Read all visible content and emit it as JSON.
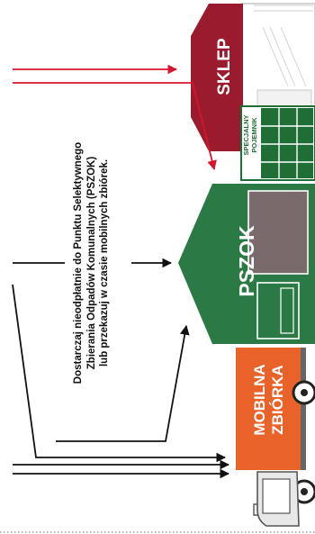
{
  "caption_lines": [
    "Dostarczaj nieodpłatnie do Punktu Selektywnego",
    "Zbierania Odpadów Komunalnych (PSZOK)",
    "lub przekazuj w czasie mobilnych zbiórek."
  ],
  "shop": {
    "label": "SKLEP",
    "color": "#9b1b2e"
  },
  "container": {
    "label_lines": [
      "SPECJALNY",
      "POJEMNIK"
    ],
    "color": "#1f6e36"
  },
  "pszok": {
    "label": "PSZOK",
    "color": "#2b7a45"
  },
  "mobile": {
    "label_lines": [
      "MOBILNA",
      "ZBIÓRKA"
    ],
    "color": "#e8622a"
  },
  "arrow_colors": {
    "red": "#d8152f",
    "black": "#111111"
  }
}
